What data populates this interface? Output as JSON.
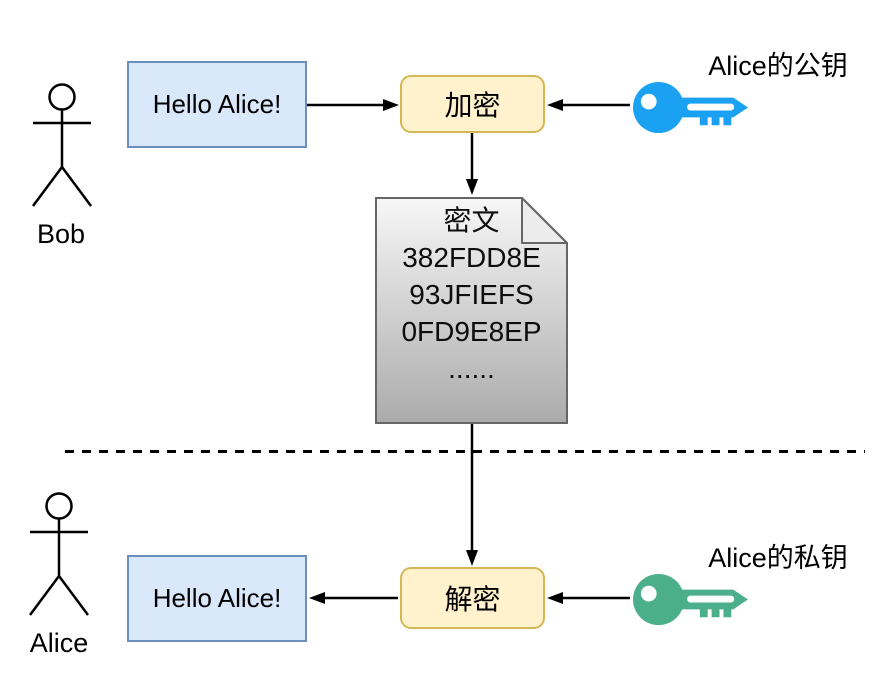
{
  "top_flow": {
    "actor": "Bob",
    "message": "Hello Alice!",
    "process": "加密",
    "key_label": "Alice的公钥",
    "key_color": "#1BA1F2"
  },
  "cipher_note": {
    "title": "密文",
    "lines": [
      "382FDD8E",
      "93JFIEFS",
      "0FD9E8EP",
      "......"
    ]
  },
  "bottom_flow": {
    "actor": "Alice",
    "message": "Hello Alice!",
    "process": "解密",
    "key_label": "Alice的私钥",
    "key_color": "#4CAF8C"
  },
  "colors": {
    "message_box_fill": "#DAE8FC",
    "message_box_border": "#6C8EBF",
    "process_box_fill": "#FFF2CC",
    "process_box_border": "#D6B656",
    "note_gradient_top": "#F7F7F7",
    "note_gradient_bottom": "#ABABAB",
    "note_border": "#666666",
    "public_key": "#1BA1F2",
    "private_key": "#4CAF8C"
  }
}
